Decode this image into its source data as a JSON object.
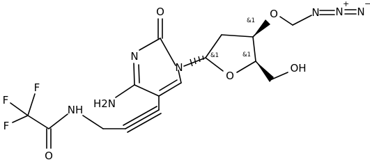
{
  "molecule": {
    "atoms": {
      "o_carbonyl_ring": "O",
      "n_ring_3": "N",
      "n_ring_1": "N",
      "amino": "H2N",
      "o_furanose": "O",
      "o_hydroxyl": "OH",
      "o_ether": "O",
      "n_azide_1": "N",
      "n_azide_2": "N",
      "n_azide_3": "N",
      "amide_nh": "NH",
      "o_amide": "O",
      "f_1": "F",
      "f_2": "F",
      "f_3": "F"
    },
    "charges": {
      "azide_middle": "+",
      "azide_terminal": "−"
    },
    "stereo_labels": {
      "c1_prime": "&1",
      "c3_prime": "&1",
      "c4_prime": "&1"
    }
  }
}
